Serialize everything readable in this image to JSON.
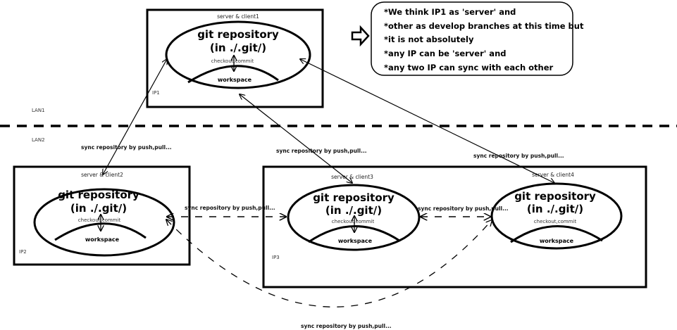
{
  "lan_labels": {
    "lan1": "LAN1",
    "lan2": "LAN2"
  },
  "nodes": [
    {
      "id": "client1",
      "ip": "IP1",
      "role": "server & client1",
      "repo_title": "git repository",
      "repo_path": "(in ./.git/)",
      "ops": "checkout,commit",
      "workspace": "workspace"
    },
    {
      "id": "client2",
      "ip": "IP2",
      "role": "server & client2",
      "repo_title": "git repository",
      "repo_path": "(in ./.git/)",
      "ops": "checkout,commit",
      "workspace": "workspace"
    },
    {
      "id": "client3",
      "ip": "IP3",
      "role": "server & client3",
      "repo_title": "git repository",
      "repo_path": "(in ./.git/)",
      "ops": "checkout,commit",
      "workspace": "workspace"
    },
    {
      "id": "client4",
      "ip": "",
      "role": "server & client4",
      "repo_title": "git repository",
      "repo_path": "(in ./.git/)",
      "ops": "checkout,commit",
      "workspace": "workspace"
    }
  ],
  "edges": [
    {
      "from": "client1",
      "to": "client2",
      "style": "solid",
      "label": "sync repository by push,pull..."
    },
    {
      "from": "client1",
      "to": "client3",
      "style": "solid",
      "label": "sync repository by push,pull..."
    },
    {
      "from": "client1",
      "to": "client4",
      "style": "solid",
      "label": "sync repository by push,pull..."
    },
    {
      "from": "client2",
      "to": "client3",
      "style": "dashed",
      "label": "sync repository by push,pull..."
    },
    {
      "from": "client3",
      "to": "client4",
      "style": "dashed",
      "label": "sync repository by push,pull..."
    },
    {
      "from": "client2",
      "to": "client4",
      "style": "dashed",
      "label": "sync repository by push,pull..."
    }
  ],
  "note": {
    "icon": "right-arrow-icon",
    "lines": [
      "*We think IP1 as 'server' and",
      "*other as develop branches at this time but",
      "*it is not absolutely",
      "*any IP can be 'server' and",
      "*any two IP can sync with each other"
    ]
  }
}
